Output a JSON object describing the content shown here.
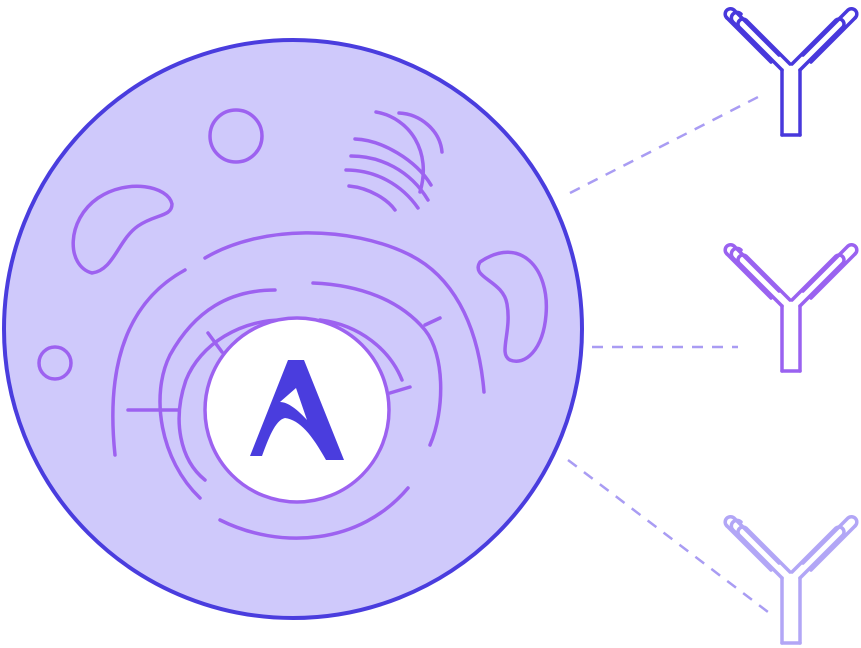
{
  "diagram": {
    "logo_letter": "A",
    "colors": {
      "background": "#ffffff",
      "cell_fill": "#cfc9fb",
      "cell_border": "#4a3dde",
      "organelle_stroke": "#9d62f0",
      "nucleus_fill": "#ffffff",
      "logo": "#4a3dde",
      "connector": "#a99cf3"
    },
    "antibodies": [
      {
        "name": "antibody-top",
        "color": "#4838dc"
      },
      {
        "name": "antibody-middle",
        "color": "#9a62f0"
      },
      {
        "name": "antibody-bottom",
        "color": "#b2a6f6"
      }
    ]
  }
}
